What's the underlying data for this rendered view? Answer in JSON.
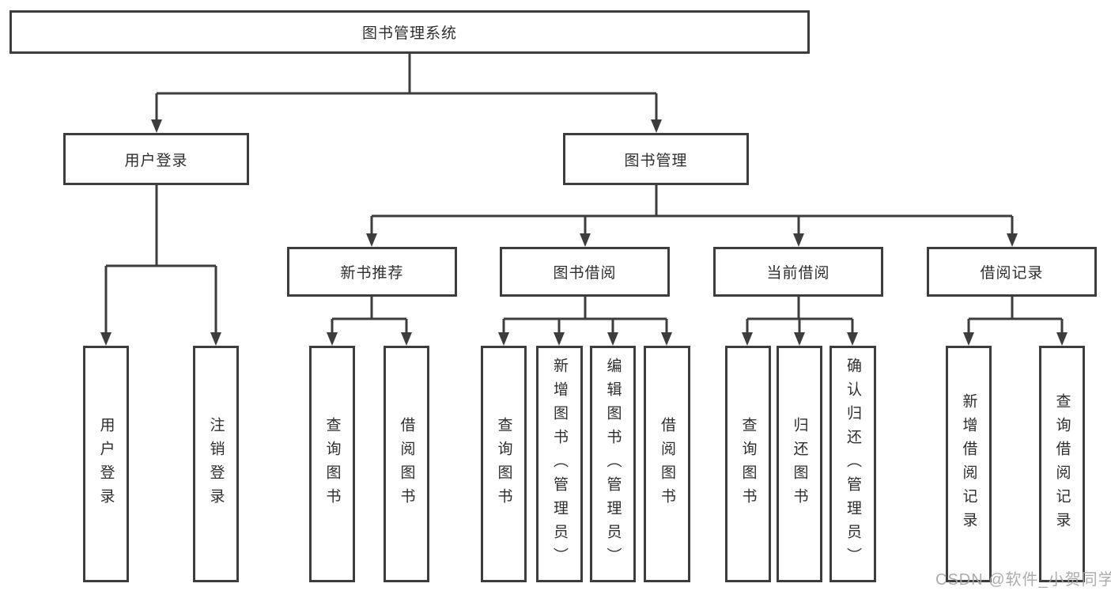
{
  "diagram": {
    "root": {
      "label": "图书管理系统"
    },
    "level2": [
      {
        "label": "用户登录"
      },
      {
        "label": "图书管理"
      }
    ],
    "login_children": [
      {
        "label": "用户登录"
      },
      {
        "label": "注销登录"
      }
    ],
    "level3": [
      {
        "label": "新书推荐"
      },
      {
        "label": "图书借阅"
      },
      {
        "label": "当前借阅"
      },
      {
        "label": "借阅记录"
      }
    ],
    "new_book_children": [
      {
        "label": "查询图书"
      },
      {
        "label": "借阅图书"
      }
    ],
    "borrow_children": [
      {
        "label": "查询图书"
      },
      {
        "label": "新增图书（管理员）"
      },
      {
        "label": "编辑图书（管理员）"
      },
      {
        "label": "借阅图书"
      }
    ],
    "current_children": [
      {
        "label": "查询图书"
      },
      {
        "label": "归还图书"
      },
      {
        "label": "确认归还（管理员）"
      }
    ],
    "record_children": [
      {
        "label": "新增借阅记录"
      },
      {
        "label": "查询借阅记录"
      }
    ]
  },
  "watermark": {
    "text": "CSDN @软件_小贺同学"
  },
  "colors": {
    "line": "#3d3d3d",
    "text": "#2e2e2e",
    "background": "#ffffff",
    "watermark": "#a6a6a6"
  }
}
